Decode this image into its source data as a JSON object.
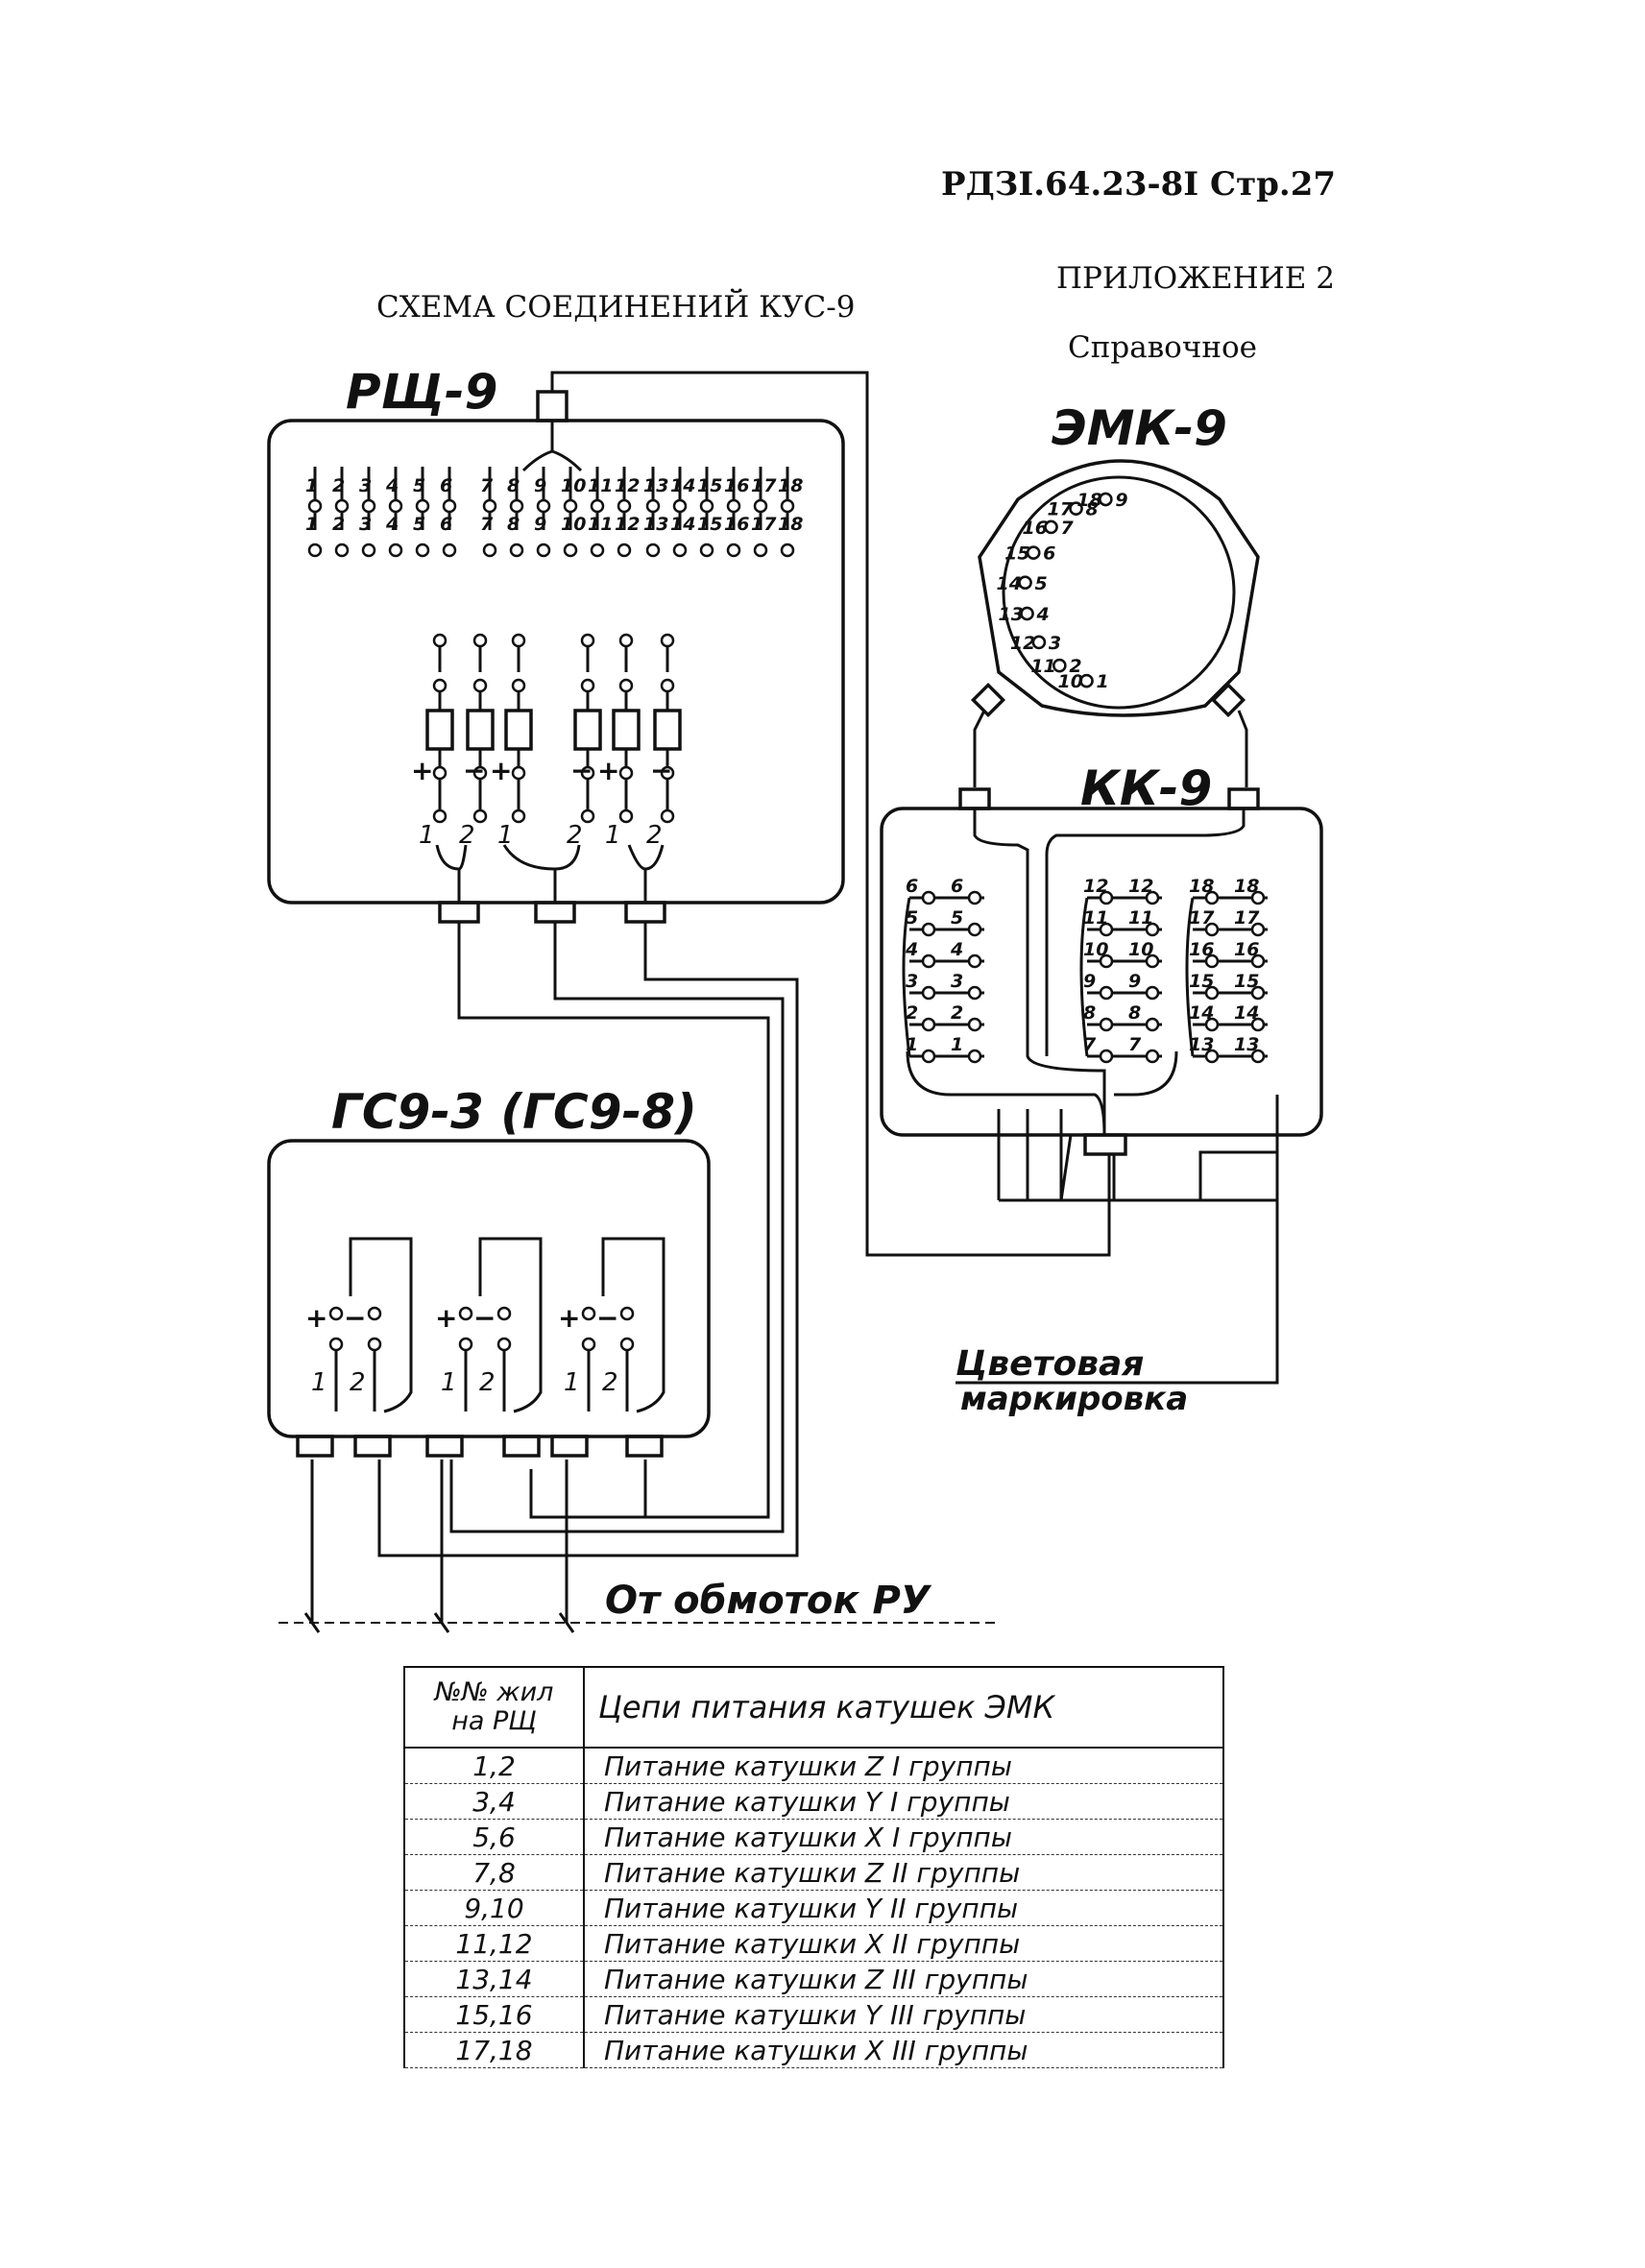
{
  "header": {
    "doc_ref": "РДЗI.64.23-8I Стр.27",
    "appendix": "ПРИЛОЖЕНИЕ 2",
    "appendix_type": "Справочное",
    "title": "СХЕМА СОЕДИНЕНИЙ КУС-9"
  },
  "diagram": {
    "rsch_title": "РЩ-9",
    "emk_title": "ЭМК-9",
    "kk_title": "КК-9",
    "gs_title": "ГС9-3 (ГС9-8)",
    "color_marking_line1": "Цветовая",
    "color_marking_line2": "маркировка",
    "from_windings": "От обмоток РУ",
    "rsch_terminals": [
      "1",
      "2",
      "3",
      "4",
      "5",
      "6",
      "7",
      "8",
      "9",
      "10",
      "11",
      "12",
      "13",
      "14",
      "15",
      "16",
      "17",
      "18"
    ],
    "emk_pins": [
      "1",
      "2",
      "3",
      "4",
      "5",
      "6",
      "7",
      "8",
      "9",
      "10",
      "11",
      "12",
      "13",
      "14",
      "15",
      "16",
      "17",
      "18"
    ],
    "kk_left_pairs": [
      "6",
      "5",
      "4",
      "3",
      "2",
      "1"
    ],
    "kk_mid_pairs": [
      "12",
      "11",
      "10",
      "9",
      "8",
      "7"
    ],
    "kk_right_pairs": [
      "18",
      "17",
      "16",
      "15",
      "14",
      "13"
    ],
    "polarity_plus": "+",
    "polarity_minus": "−",
    "wire_1": "1",
    "wire_2": "2"
  },
  "legend": {
    "col1_header_line1": "№№ жил",
    "col1_header_line2": "на РЩ",
    "col2_header": "Цепи питания катушек ЭМК",
    "rows": [
      {
        "wires": "1,2",
        "circuit": "Питание катушки  Z  I группы"
      },
      {
        "wires": "3,4",
        "circuit": "Питание катушки  Y  I группы"
      },
      {
        "wires": "5,6",
        "circuit": "Питание катушки  X  I группы"
      },
      {
        "wires": "7,8",
        "circuit": "Питание катушки  Z  II группы"
      },
      {
        "wires": "9,10",
        "circuit": "Питание катушки  Y  II группы"
      },
      {
        "wires": "11,12",
        "circuit": "Питание катушки  X  II группы"
      },
      {
        "wires": "13,14",
        "circuit": "Питание катушки  Z  III группы"
      },
      {
        "wires": "15,16",
        "circuit": "Питание катушки  Y  III группы"
      },
      {
        "wires": "17,18",
        "circuit": "Питание катушки  X  III группы"
      }
    ]
  }
}
